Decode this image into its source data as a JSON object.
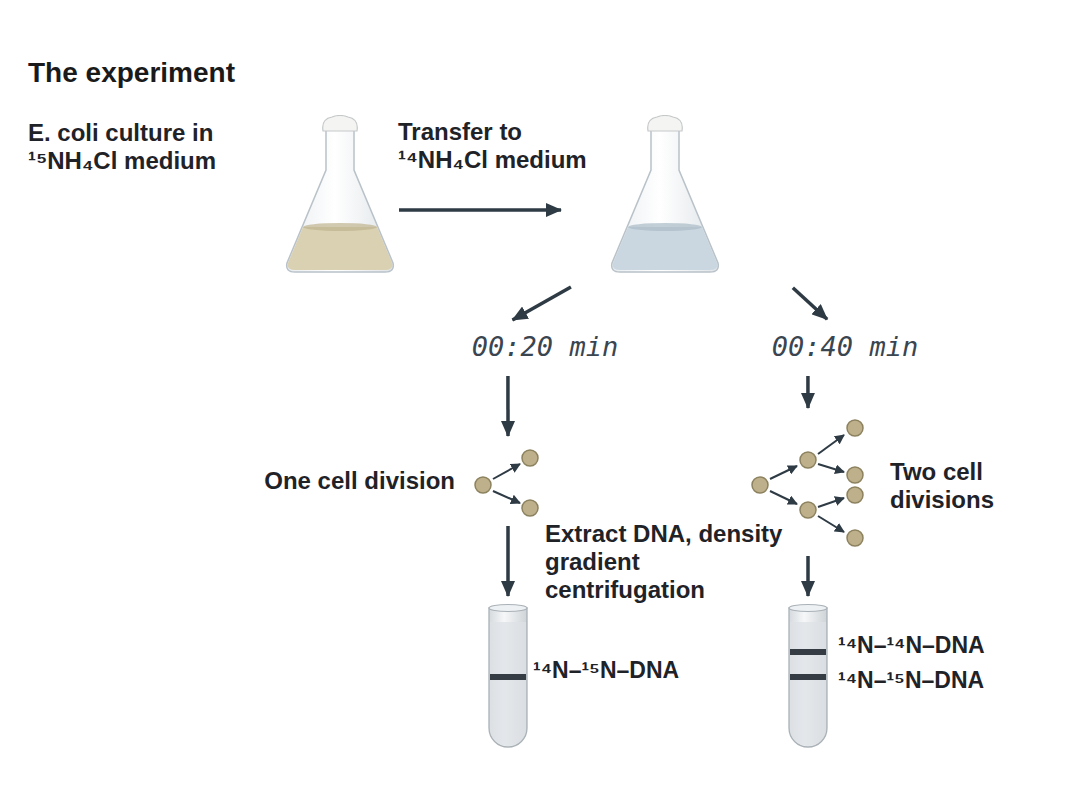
{
  "diagram": {
    "title": "The experiment",
    "nodes": [
      {
        "text": [
          "E. coli culture in ¹⁵NH₄Cl medium"
        ]
      },
      {
        "text": []
      },
      {
        "text": [
          "00:20 min"
        ]
      },
      {
        "text": [
          "00:40 min"
        ]
      },
      {
        "text": [
          "One cell division"
        ]
      },
      {
        "text": [
          "Two cell divisions"
        ]
      },
      {
        "text": [
          "¹⁴N–¹⁵N–DNA"
        ]
      },
      {
        "text": [
          "¹⁴N–¹⁴N–DNA",
          "¹⁴N–¹⁵N–DNA"
        ]
      }
    ],
    "edges": [
      {
        "from": 0,
        "to": 1,
        "arrow": "to",
        "label": "Transfer to ¹⁴NH₄Cl medium"
      },
      {
        "from": 1,
        "to": 2,
        "arrow": "to"
      },
      {
        "from": 1,
        "to": 3,
        "arrow": "to"
      },
      {
        "from": 2,
        "to": 4,
        "arrow": "to"
      },
      {
        "from": 3,
        "to": 5,
        "arrow": "to"
      },
      {
        "from": 4,
        "to": 6,
        "arrow": "to",
        "label": "Extract DNA, density gradient centrifugation"
      },
      {
        "from": 5,
        "to": 7,
        "arrow": "to"
      }
    ]
  }
}
